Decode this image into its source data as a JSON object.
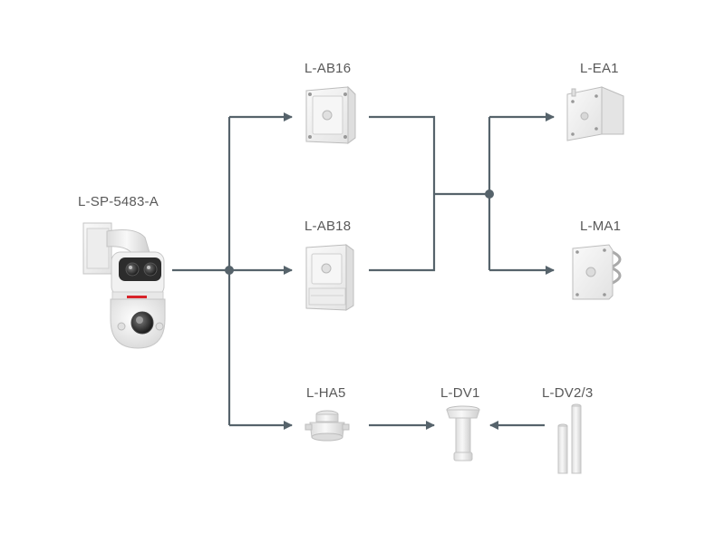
{
  "nodes": {
    "camera": {
      "label": "L-SP-5483-A",
      "icon": "ptz-camera"
    },
    "ab16": {
      "label": "L-AB16",
      "icon": "junction-box"
    },
    "ab18": {
      "label": "L-AB18",
      "icon": "junction-box-large"
    },
    "ha5": {
      "label": "L-HA5",
      "icon": "hanging-adapter"
    },
    "dv1": {
      "label": "L-DV1",
      "icon": "pendant-mount"
    },
    "dv23": {
      "label": "L-DV2/3",
      "icon": "extension-poles"
    },
    "ea1": {
      "label": "L-EA1",
      "icon": "corner-mount"
    },
    "ma1": {
      "label": "L-MA1",
      "icon": "pole-mount"
    }
  },
  "colors": {
    "connector": "#56636b",
    "device_body": "#f3f3f3",
    "device_edge": "#bdbdbd",
    "camera_band": "#2c2c2c",
    "brand_red": "#d8232a"
  }
}
